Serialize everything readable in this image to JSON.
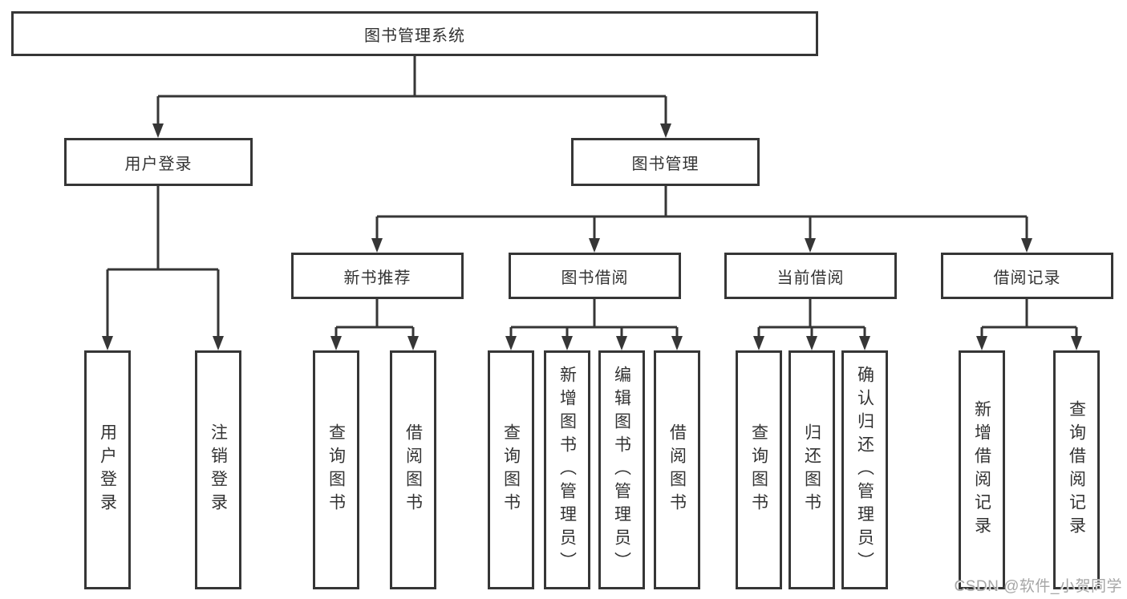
{
  "diagram": {
    "type": "hierarchy",
    "line_color": "#363636",
    "text_color": "#333333",
    "root": {
      "label": "图书管理系统"
    },
    "level2": [
      {
        "label": "用户登录"
      },
      {
        "label": "图书管理"
      }
    ],
    "level3": [
      {
        "label": "新书推荐"
      },
      {
        "label": "图书借阅"
      },
      {
        "label": "当前借阅"
      },
      {
        "label": "借阅记录"
      }
    ],
    "leaves": {
      "user_login": [
        "用户登录",
        "注销登录"
      ],
      "new_book_recommend": [
        "查询图书",
        "借阅图书"
      ],
      "book_borrow": [
        "查询图书",
        "新增图书（管理员）",
        "编辑图书（管理员）",
        "借阅图书"
      ],
      "current_borrow": [
        "查询图书",
        "归还图书",
        "确认归还（管理员）"
      ],
      "borrow_records": [
        "新增借阅记录",
        "查询借阅记录"
      ]
    }
  },
  "watermark": {
    "text": "CSDN @软件_小贺同学",
    "color": "#a6a6a6"
  }
}
